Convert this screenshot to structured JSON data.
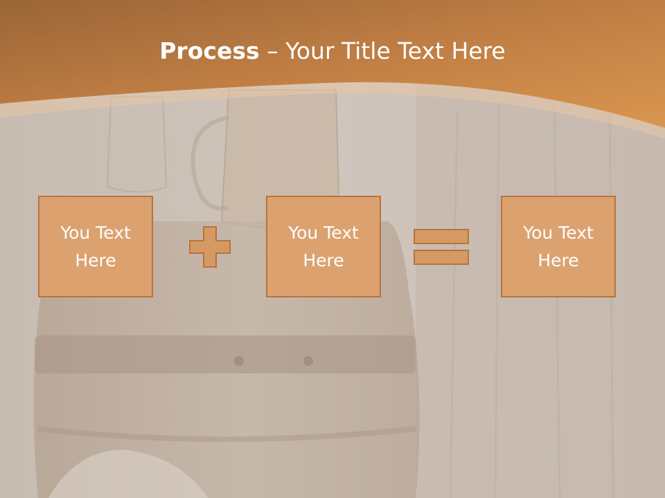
{
  "slide": {
    "title_bold": "Process",
    "title_rest": " – Your Title Text Here",
    "boxes": [
      {
        "text": "You Text Here"
      },
      {
        "text": "You Text Here"
      },
      {
        "text": "You Text Here"
      }
    ],
    "operators": [
      "plus-icon",
      "equals-icon"
    ]
  },
  "colors": {
    "header": "#c27a3d",
    "box_fill": "#dba270",
    "box_border": "#b8733a",
    "operator_fill": "#d59a64",
    "background": "#cdc3ba"
  }
}
